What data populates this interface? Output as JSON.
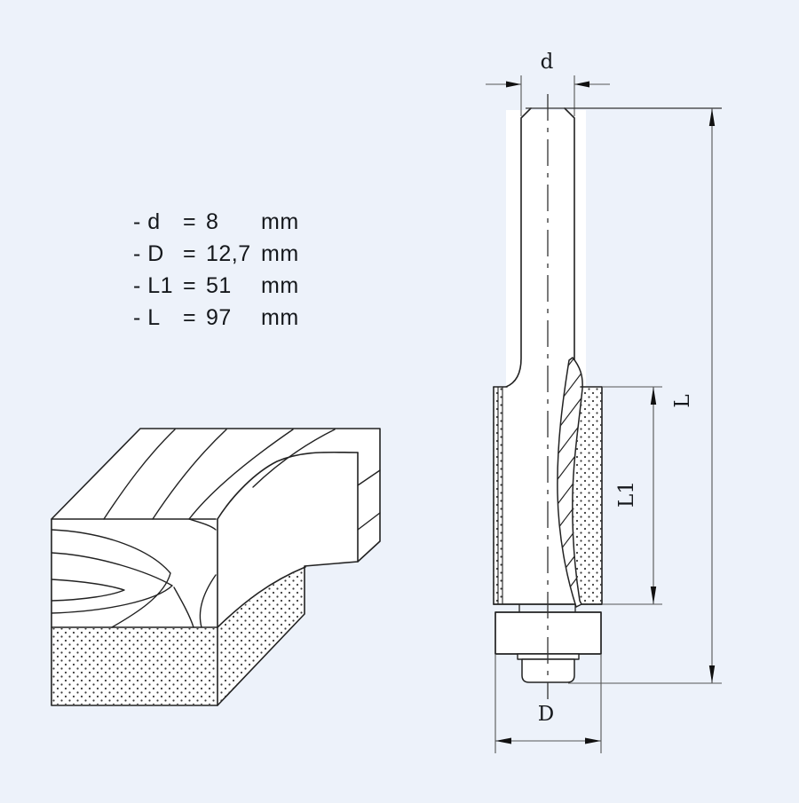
{
  "title": "Flush trim router bit technical drawing",
  "colors": {
    "background": "#edf2fa",
    "line": "#222222",
    "dim_line": "#555555",
    "arrow": "#111111",
    "text": "#15181c",
    "fill": "#ffffff"
  },
  "specs": {
    "rows": [
      {
        "label": "- d",
        "eq": "=",
        "value": "8",
        "unit": "mm"
      },
      {
        "label": "- D",
        "eq": "=",
        "value": "12,7",
        "unit": "mm"
      },
      {
        "label": "- L1",
        "eq": "=",
        "value": "51",
        "unit": "mm"
      },
      {
        "label": "- L",
        "eq": "=",
        "value": "97",
        "unit": "mm"
      }
    ]
  },
  "diagram": {
    "dim_labels": {
      "shank_diameter": "d",
      "cutting_diameter": "D",
      "cutting_length": "L1",
      "overall_length": "L"
    }
  }
}
